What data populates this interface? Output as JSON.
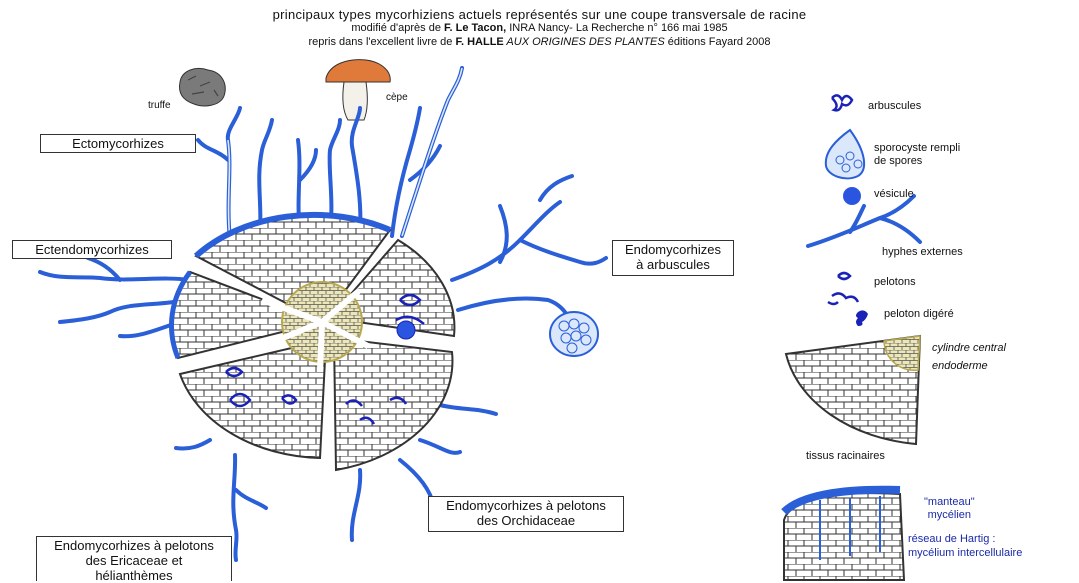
{
  "header": {
    "line1": "principaux types mycorhiziens actuels représentés sur une coupe transversale de racine",
    "line2_prefix": "modifié d'après de ",
    "line2_author": "F. Le Tacon,",
    "line2_suffix": " INRA Nancy- La Recherche n° 166 mai 1985",
    "line3_prefix": "repris dans l'excellent livre de ",
    "line3_author": "F. HALLE",
    "line3_book": " AUX ORIGINES DES PLANTES",
    "line3_suffix": " éditions Fayard 2008"
  },
  "sectors": {
    "ecto": "Ectomycorhizes",
    "ectendo": "Ectendomycorhizes",
    "endo_arb_1": "Endomycorhizes",
    "endo_arb_2": "à arbuscules",
    "orchid_1": "Endomycorhizes à pelotons",
    "orchid_2": "des Orchidaceae",
    "eric_1": "Endomycorhizes à pelotons",
    "eric_2": "des Ericaceae et",
    "eric_3": "hélianthèmes"
  },
  "fungi": {
    "truffe": "truffe",
    "cepe": "cèpe"
  },
  "legend": {
    "arbuscules": "arbuscules",
    "sporocyste_1": "sporocyste rempli",
    "sporocyste_2": "de spores",
    "vesicule": "vésicule",
    "hyphes": "hyphes externes",
    "pelotons": "pelotons",
    "peloton_digere": "peloton digéré",
    "cylindre": "cylindre central",
    "endoderme": "endoderme",
    "tissus": "tissus racinaires",
    "manteau_1": "\"manteau\"",
    "manteau_2": "mycélien",
    "hartig_1": "réseau de Hartig :",
    "hartig_2": "mycélium intercellulaire"
  },
  "colors": {
    "hyphae": "#2a5fd8",
    "hyphae_fill": "#dbe8fb",
    "dark_fungus": "#1a22b8",
    "cap": "#e07a3a",
    "central": "#e9e3b0"
  }
}
